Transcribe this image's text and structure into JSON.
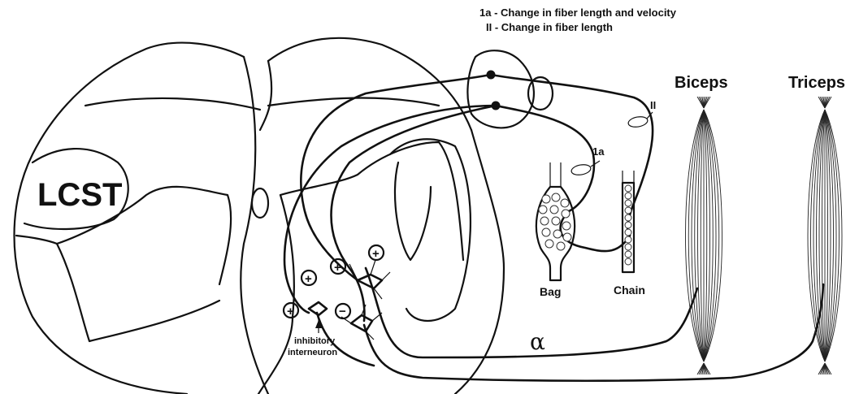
{
  "legend": {
    "line1": "1a - Change in fiber length and velocity",
    "line2": "II - Change in fiber length"
  },
  "labels": {
    "lcst": "LCST",
    "biceps": "Biceps",
    "triceps": "Triceps",
    "bag": "Bag",
    "chain": "Chain",
    "fiber_1a": "1a",
    "fiber_ii": "II",
    "alpha": "α",
    "interneuron_line1": "inhibitory",
    "interneuron_line2": "interneuron"
  },
  "signs": {
    "plus": "+",
    "minus": "−"
  }
}
